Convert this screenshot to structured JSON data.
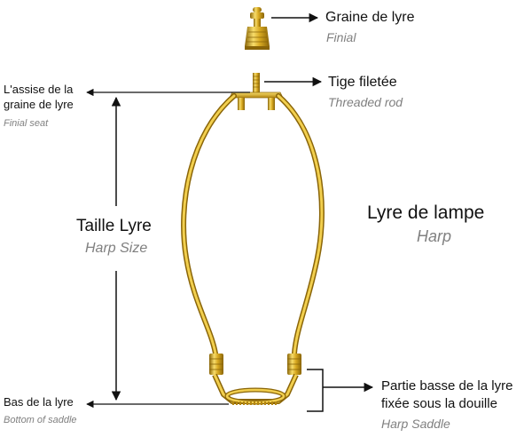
{
  "colors": {
    "gold_light": "#f7dc6a",
    "gold_mid": "#d9aa22",
    "gold_dark": "#8a6508",
    "line": "#111111",
    "subtitle": "#808080"
  },
  "labels": {
    "finial": {
      "fr": "Graine de lyre",
      "en": "Finial"
    },
    "threaded_rod": {
      "fr": "Tige filetée",
      "en": "Threaded rod"
    },
    "finial_seat": {
      "fr_line1": "L'assise de la",
      "fr_line2": "graine de lyre",
      "en": "Finial seat"
    },
    "harp_size": {
      "fr": "Taille Lyre",
      "en": "Harp Size"
    },
    "harp": {
      "fr": "Lyre de lampe",
      "en": "Harp"
    },
    "bottom_of_saddle": {
      "fr": "Bas de la lyre",
      "en": "Bottom of  saddle"
    },
    "harp_saddle": {
      "fr_line1": "Partie basse de la lyre",
      "fr_line2": "fixée sous la douille",
      "en": "Harp Saddle"
    }
  }
}
